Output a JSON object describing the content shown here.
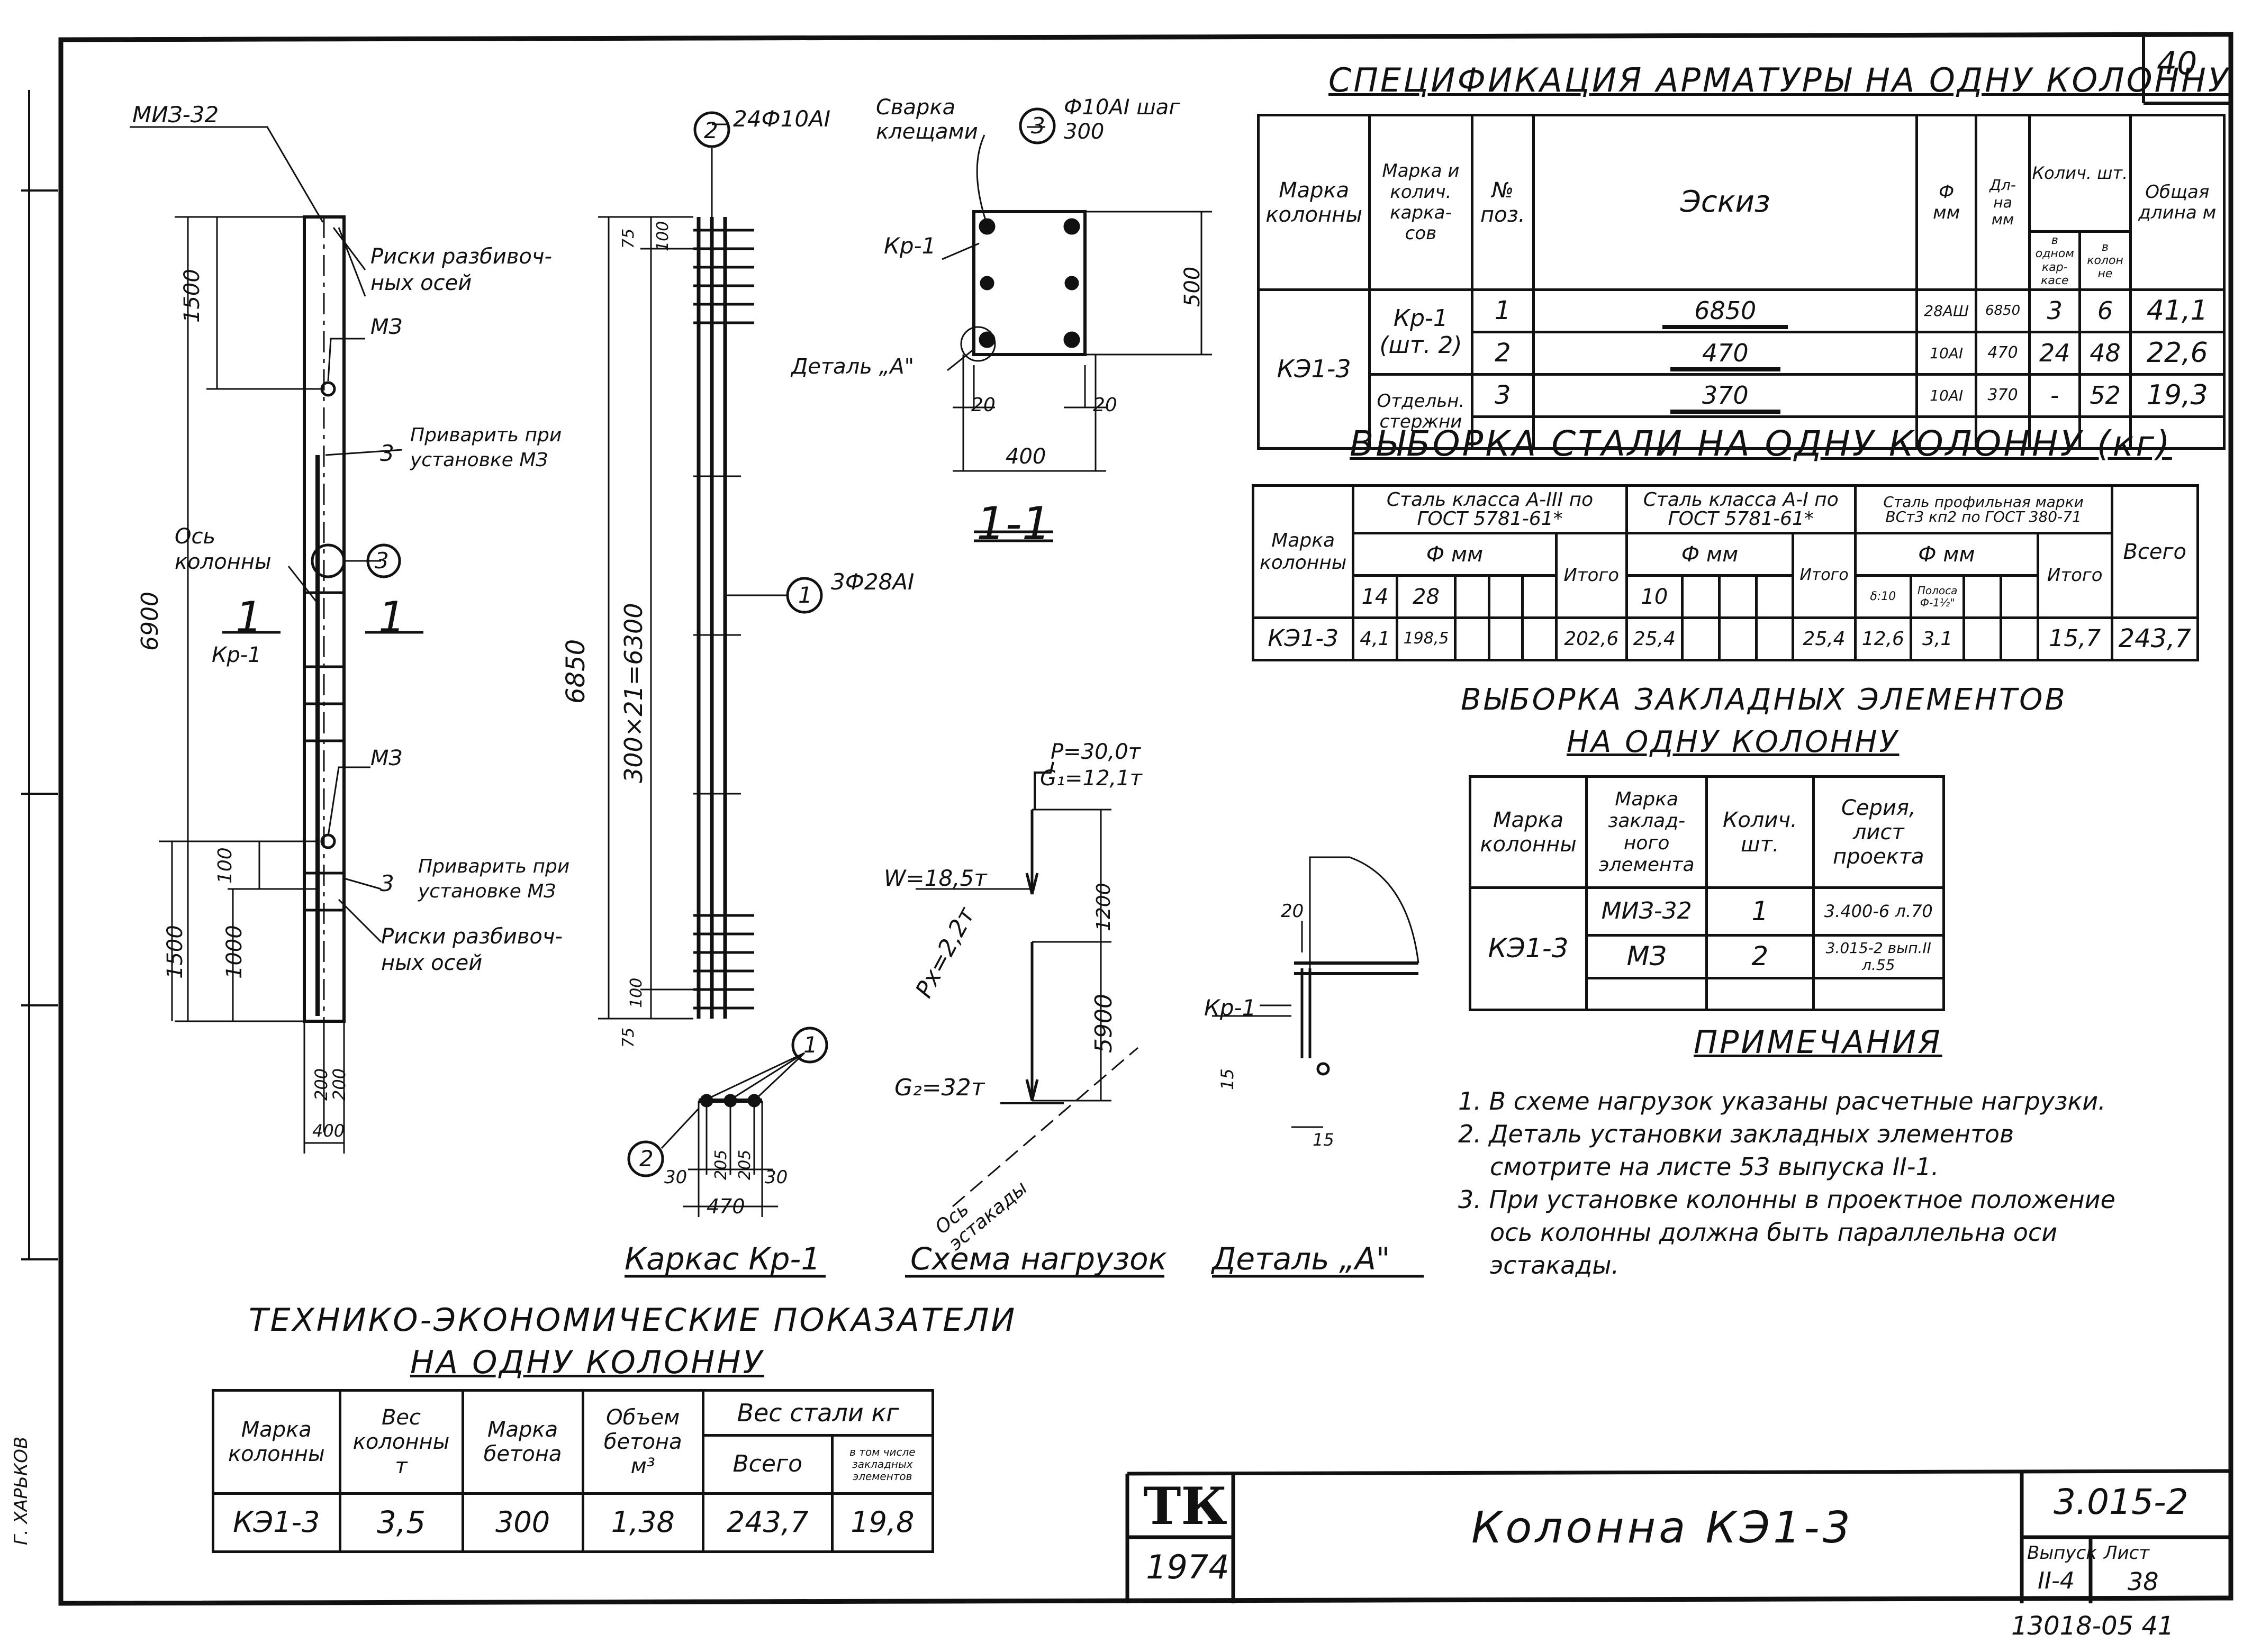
{
  "sheet_number": "40",
  "left_margin": {
    "stamp": "Г. ХАРЬКОВ"
  },
  "spec": {
    "title": "СПЕЦИФИКАЦИЯ АРМАТУРЫ НА ОДНУ КОЛОННУ",
    "headers": {
      "marka_kolonny": "Марка колонны",
      "marka_karkasa": "Марка и колич. карка- сов",
      "poz": "№ поз.",
      "eskiz": "Эскиз",
      "phi": "Ф мм",
      "dlina": "Дл- на мм",
      "kolich": "Колич. шт.",
      "v_karkase": "в одном кар- касе",
      "v_kolonne": "в колон не",
      "obshaya": "Общая длина м"
    },
    "column": "КЭ1-3",
    "groups": [
      "Кр-1 (шт. 2)",
      "Отдельн. стержни"
    ],
    "rows": [
      {
        "poz": "1",
        "eskiz": "6850",
        "phi": "28АШ",
        "len": "6850",
        "q1": "3",
        "q2": "6",
        "total": "41,1"
      },
      {
        "poz": "2",
        "eskiz": "470",
        "phi": "10АI",
        "len": "470",
        "q1": "24",
        "q2": "48",
        "total": "22,6"
      },
      {
        "poz": "3",
        "eskiz": "370",
        "phi": "10АI",
        "len": "370",
        "q1": "-",
        "q2": "52",
        "total": "19,3"
      }
    ]
  },
  "steel": {
    "title": "ВЫБОРКА СТАЛИ НА ОДНУ КОЛОННУ (кг)",
    "h_marka": "Марка колонны",
    "h_a3": "Сталь класса А-III по ГОСТ 5781-61*",
    "h_a1": "Сталь класса А-I по ГОСТ 5781-61*",
    "h_prof": "Сталь профильная марки ВСт3 кп2 по ГОСТ 380-71",
    "h_phi": "Ф мм",
    "h_itogo": "Итого",
    "h_vsego": "Всего",
    "d_a3": [
      "14",
      "28"
    ],
    "d_a1": [
      "10"
    ],
    "d_prof": [
      "δ:10",
      "Полоса Ф-1½\""
    ],
    "row": {
      "marka": "КЭ1-3",
      "a3": [
        "4,1",
        "198,5"
      ],
      "a3_total": "202,6",
      "a1": [
        "25,4"
      ],
      "a1_total": "25,4",
      "prof": [
        "12,6",
        "3,1"
      ],
      "prof_total": "15,7",
      "vsego": "243,7"
    }
  },
  "embedded": {
    "title1": "ВЫБОРКА ЗАКЛАДНЫХ ЭЛЕМЕНТОВ",
    "title2": "НА ОДНУ КОЛОННУ",
    "headers": [
      "Марка колонны",
      "Марка заклад- ного элемента",
      "Колич. шт.",
      "Серия, лист проекта"
    ],
    "column": "КЭ1-3",
    "rows": [
      {
        "el": "МИЗ-32",
        "q": "1",
        "ref": "3.400-6 л.70"
      },
      {
        "el": "МЗ",
        "q": "2",
        "ref": "3.015-2 вып.II л.55"
      }
    ]
  },
  "notes": {
    "title": "ПРИМЕЧАНИЯ",
    "lines": [
      "1. В схеме нагрузок указаны расчетные нагрузки.",
      "2. Деталь установки закладных элементов",
      "смотрите на листе 53 выпуска II-1.",
      "3. При установке колонны в проектное положение",
      "ось колонны должна быть параллельна оси",
      "эстакады."
    ]
  },
  "tep": {
    "title1": "ТЕХНИКО-ЭКОНОМИЧЕСКИЕ ПОКАЗАТЕЛИ",
    "title2": "НА ОДНУ КОЛОННУ",
    "headers": {
      "marka": "Марка колонны",
      "ves": "Вес колонны т",
      "beton": "Марка бетона",
      "obem": "Объем бетона м³",
      "stal": "Вес стали кг",
      "vsego": "Всего",
      "vtch": "в том числе закладных элементов"
    },
    "row": [
      "КЭ1-3",
      "3,5",
      "300",
      "1,38",
      "243,7",
      "19,8"
    ]
  },
  "title_block": {
    "logo": "ТК",
    "year": "1974",
    "title": "Колонна КЭ1-3",
    "series": "3.015-2",
    "vypusk_label": "Выпуск",
    "vypusk": "II-4",
    "list_label": "Лист",
    "list": "38"
  },
  "footer_code": "13018-05   41",
  "captions": {
    "karkas": "Каркас Кр-1",
    "loads": "Схема нагрузок",
    "detail": "Деталь „А\"",
    "section": "1-1"
  },
  "labels": {
    "miz32": "МИЗ-32",
    "riski1": "Риски разбивоч- ных осей",
    "m3_1": "МЗ",
    "privarit1": "Приварить при установке МЗ",
    "os_kolonny": "Ось колонны",
    "sec1": "1",
    "kr1": "Кр-1",
    "m3_2": "МЗ",
    "privarit2": "Приварить при установке МЗ",
    "riski2": "Риски разбивоч- ных осей",
    "d1500a": "1500",
    "d6900": "6900",
    "d1500b": "1500",
    "d1000": "1000",
    "d100": "100",
    "d200a": "200",
    "d200b": "200",
    "d400": "400",
    "b2": "24Ф10АI",
    "b1": "3Ф28АI",
    "d6850": "6850",
    "d300x21": "300×21=6300",
    "d75": "75",
    "d100b": "100",
    "svarka": "Сварка клещами",
    "b3": "Ф10АI шаг 300",
    "kr1s": "Кр-1",
    "detA": "Деталь „А\"",
    "s20a": "20",
    "s20b": "20",
    "s400": "400",
    "s500": "500",
    "k30a": "30",
    "k205a": "205",
    "k205b": "205",
    "k30b": "30",
    "k470": "470",
    "P": "P=30,0т",
    "G1": "G₁=12,1т",
    "W": "W=18,5т",
    "Px": "Px=2,2т",
    "G2": "G₂=32т",
    "os_est": "Ось эстакады",
    "h1200": "1200",
    "h5900": "5900",
    "da20": "20",
    "da15a": "15",
    "da15b": "15",
    "dakr": "Кр-1"
  }
}
